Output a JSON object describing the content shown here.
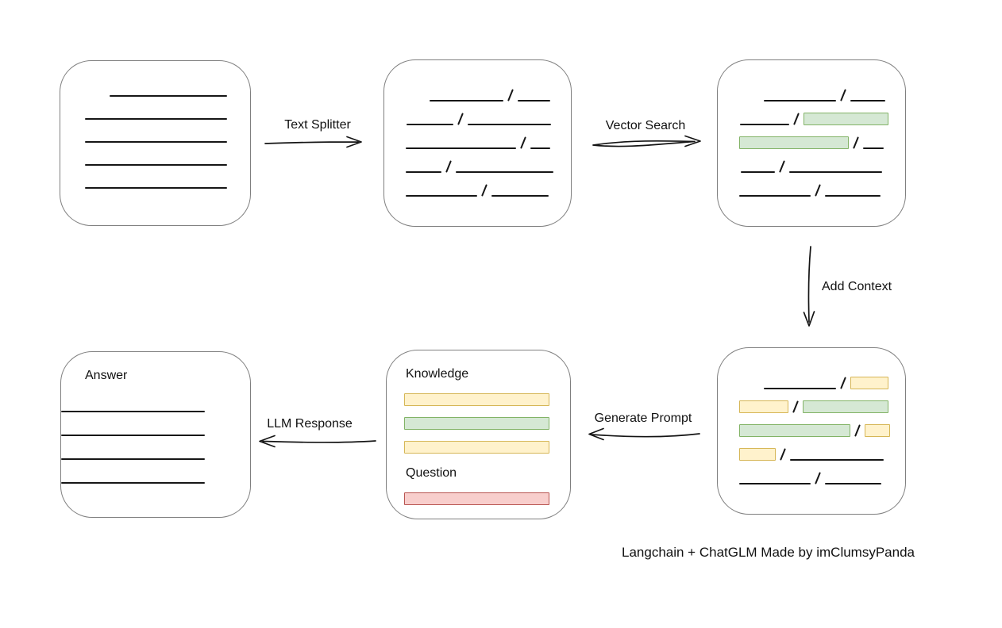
{
  "caption": "Langchain + ChatGLM Made by imClumsyPanda",
  "labels": {
    "text_splitter": "Text Splitter",
    "vector_search": "Vector Search",
    "add_context": "Add Context",
    "generate_prompt": "Generate Prompt",
    "llm_response": "LLM Response",
    "answer": "Answer",
    "knowledge": "Knowledge",
    "question": "Question"
  },
  "colors": {
    "green_fill": "#d5e8d4",
    "green_border": "#82b366",
    "yellow_fill": "#fff2cc",
    "yellow_border": "#d6b656",
    "red_fill": "#f8cecc",
    "red_border": "#b85450",
    "box_border": "#7f7f7f",
    "ink": "#161616"
  },
  "boxes": {
    "document": {
      "rows": [
        {
          "indent": 62,
          "segs": [
            [
              "line",
              148
            ]
          ]
        },
        {
          "indent": 31,
          "segs": [
            [
              "line",
              179
            ]
          ]
        },
        {
          "indent": 31,
          "segs": [
            [
              "line",
              179
            ]
          ]
        },
        {
          "indent": 31,
          "segs": [
            [
              "line",
              179
            ]
          ]
        },
        {
          "indent": 31,
          "segs": [
            [
              "line",
              179
            ]
          ]
        }
      ]
    },
    "chunks": {
      "rows": [
        {
          "indent": 57,
          "segs": [
            [
              "line",
              93
            ],
            [
              "slash",
              0
            ],
            [
              "line",
              41
            ]
          ]
        },
        {
          "indent": 28,
          "segs": [
            [
              "line",
              59
            ],
            [
              "slash",
              0
            ],
            [
              "line",
              105
            ]
          ]
        },
        {
          "indent": 27,
          "segs": [
            [
              "line",
              139
            ],
            [
              "slash",
              0
            ],
            [
              "line",
              25
            ]
          ]
        },
        {
          "indent": 27,
          "segs": [
            [
              "line",
              45
            ],
            [
              "slash",
              0
            ],
            [
              "line",
              123
            ]
          ]
        },
        {
          "indent": 27,
          "segs": [
            [
              "line",
              90
            ],
            [
              "slash",
              0
            ],
            [
              "line",
              72
            ]
          ]
        }
      ]
    },
    "vector_results": {
      "rows": [
        {
          "indent": 58,
          "segs": [
            [
              "line",
              91
            ],
            [
              "slash",
              0
            ],
            [
              "line",
              44
            ]
          ]
        },
        {
          "indent": 28,
          "segs": [
            [
              "line",
              62
            ],
            [
              "slash",
              0
            ],
            [
              "green",
              105
            ]
          ]
        },
        {
          "indent": 27,
          "segs": [
            [
              "green",
              136
            ],
            [
              "slash",
              0
            ],
            [
              "line",
              26
            ]
          ]
        },
        {
          "indent": 29,
          "segs": [
            [
              "line",
              43
            ],
            [
              "slash",
              0
            ],
            [
              "line",
              117
            ]
          ]
        },
        {
          "indent": 27,
          "segs": [
            [
              "line",
              90
            ],
            [
              "slash",
              0
            ],
            [
              "line",
              70
            ]
          ]
        }
      ]
    },
    "context": {
      "rows": [
        {
          "indent": 58,
          "segs": [
            [
              "line",
              91
            ],
            [
              "slash",
              0
            ],
            [
              "yellow",
              46
            ]
          ]
        },
        {
          "indent": 27,
          "segs": [
            [
              "yellow",
              60
            ],
            [
              "slash",
              0
            ],
            [
              "green",
              106
            ]
          ]
        },
        {
          "indent": 27,
          "segs": [
            [
              "green",
              138
            ],
            [
              "slash",
              0
            ],
            [
              "yellow",
              30
            ]
          ]
        },
        {
          "indent": 27,
          "segs": [
            [
              "yellow",
              44
            ],
            [
              "slash",
              0
            ],
            [
              "line",
              118
            ]
          ]
        },
        {
          "indent": 27,
          "segs": [
            [
              "line",
              90
            ],
            [
              "slash",
              0
            ],
            [
              "line",
              71
            ]
          ]
        }
      ]
    },
    "prompt": {
      "knowledge_rows": [
        {
          "indent": 22,
          "segs": [
            [
              "yellow",
              181
            ]
          ]
        },
        {
          "indent": 22,
          "segs": [
            [
              "green",
              181
            ]
          ]
        },
        {
          "indent": 22,
          "segs": [
            [
              "yellow",
              181
            ]
          ]
        }
      ],
      "question_rows": [
        {
          "indent": 22,
          "segs": [
            [
              "red",
              181
            ]
          ]
        }
      ]
    },
    "answer": {
      "rows": [
        {
          "indent": 0,
          "segs": [
            [
              "line",
              181
            ]
          ]
        },
        {
          "indent": 0,
          "segs": [
            [
              "line",
              181
            ]
          ]
        },
        {
          "indent": 0,
          "segs": [
            [
              "line",
              181
            ]
          ]
        },
        {
          "indent": 0,
          "segs": [
            [
              "line",
              181
            ]
          ]
        }
      ]
    }
  }
}
